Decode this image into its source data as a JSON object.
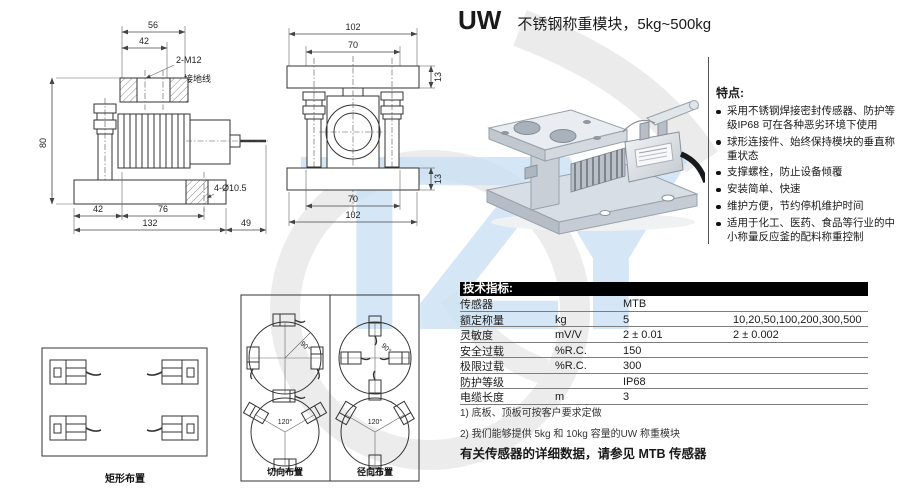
{
  "page": {
    "title_model": "UW",
    "title_desc": "不锈钢称重模块，5kg~500kg"
  },
  "watermark": {
    "letters": "TZY"
  },
  "side_view": {
    "dim_56": "56",
    "dim_42_top": "42",
    "thread_label": "2-M12",
    "ground_label": "接地线",
    "dim_80": "80",
    "hole_label": "4-Ø10.5",
    "dim_42_bottom": "42",
    "dim_76": "76",
    "dim_132": "132",
    "dim_49": "49"
  },
  "front_view": {
    "dim_102_top": "102",
    "dim_70_top": "70",
    "dim_13_top": "13",
    "dim_13_bottom": "13",
    "dim_70_bottom": "70",
    "dim_102_bottom": "102"
  },
  "layout_diagrams": {
    "rect_label": "矩形布置",
    "tangential_label": "切向布置",
    "radial_label": "径向布置",
    "angle_90": "90°",
    "angle_120": "120°"
  },
  "features": {
    "heading": "特点:",
    "items": [
      "采用不锈钢焊接密封传感器、防护等级IP68 可在各种恶劣环境下使用",
      "球形连接件、始终保持模块的垂直称重状态",
      "支撑螺栓，防止设备倾覆",
      "安装简单、快速",
      "维护方便，节约停机维护时间",
      "适用于化工、医药、食品等行业的中小称量反应釜的配料称重控制"
    ]
  },
  "specs": {
    "heading": "技术指标:",
    "rows": [
      {
        "label": "传感器",
        "unit": "",
        "value": "MTB",
        "value2": ""
      },
      {
        "label": "额定称量",
        "unit": "kg",
        "value": "5",
        "value2": "10,20,50,100,200,300,500"
      },
      {
        "label": "灵敏度",
        "unit": "mV/V",
        "value": "2 ± 0.01",
        "value2": "2 ± 0.002"
      },
      {
        "label": "安全过载",
        "unit": "%R.C.",
        "value": "150",
        "value2": ""
      },
      {
        "label": "极限过载",
        "unit": "%R.C.",
        "value": "300",
        "value2": ""
      },
      {
        "label": "防护等级",
        "unit": "",
        "value": "IP68",
        "value2": ""
      },
      {
        "label": "电缆长度",
        "unit": "m",
        "value": "3",
        "value2": ""
      }
    ]
  },
  "footnotes": [
    "1) 底板、顶板可按客户要求定做",
    "2) 我们能够提供 5kg 和 10kg 容量的UW 称重模块"
  ],
  "note": "有关传感器的详细数据，请参见 MTB 传感器"
}
